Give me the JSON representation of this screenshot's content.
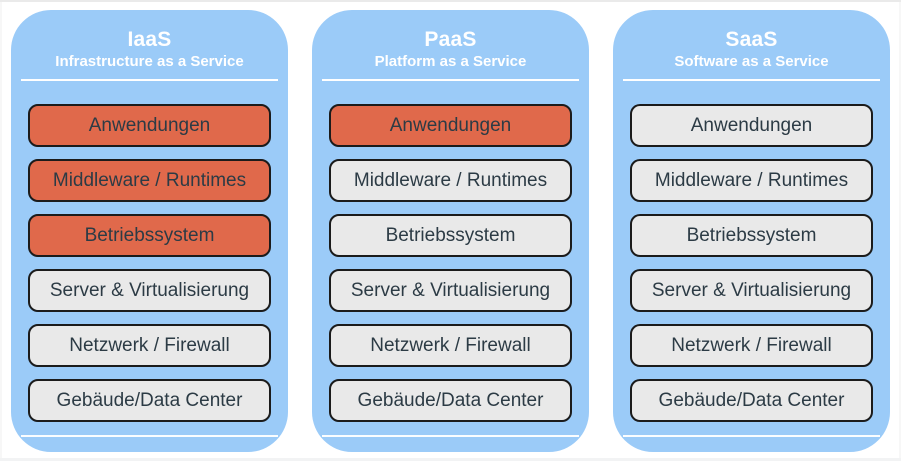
{
  "theme": {
    "panel_blue": "#9bcbf8",
    "managed_orange": "#e0694b",
    "provider_gray": "#e9e9e9",
    "box_border": "#1b1b1b",
    "box_text": "#2c3b45",
    "header_text": "#ffffff"
  },
  "columns": [
    {
      "title": "IaaS",
      "subtitle": "Infrastructure as a Service",
      "layers": [
        {
          "label": "Anwendungen",
          "state": "managed"
        },
        {
          "label": "Middleware / Runtimes",
          "state": "managed"
        },
        {
          "label": "Betriebssystem",
          "state": "managed"
        },
        {
          "label": "Server & Virtualisierung",
          "state": "provider"
        },
        {
          "label": "Netzwerk / Firewall",
          "state": "provider"
        },
        {
          "label": "Gebäude/Data Center",
          "state": "provider"
        }
      ]
    },
    {
      "title": "PaaS",
      "subtitle": "Platform as a Service",
      "layers": [
        {
          "label": "Anwendungen",
          "state": "managed"
        },
        {
          "label": "Middleware / Runtimes",
          "state": "provider"
        },
        {
          "label": "Betriebssystem",
          "state": "provider"
        },
        {
          "label": "Server & Virtualisierung",
          "state": "provider"
        },
        {
          "label": "Netzwerk / Firewall",
          "state": "provider"
        },
        {
          "label": "Gebäude/Data Center",
          "state": "provider"
        }
      ]
    },
    {
      "title": "SaaS",
      "subtitle": "Software as a Service",
      "layers": [
        {
          "label": "Anwendungen",
          "state": "provider"
        },
        {
          "label": "Middleware / Runtimes",
          "state": "provider"
        },
        {
          "label": "Betriebssystem",
          "state": "provider"
        },
        {
          "label": "Server & Virtualisierung",
          "state": "provider"
        },
        {
          "label": "Netzwerk / Firewall",
          "state": "provider"
        },
        {
          "label": "Gebäude/Data Center",
          "state": "provider"
        }
      ]
    }
  ]
}
